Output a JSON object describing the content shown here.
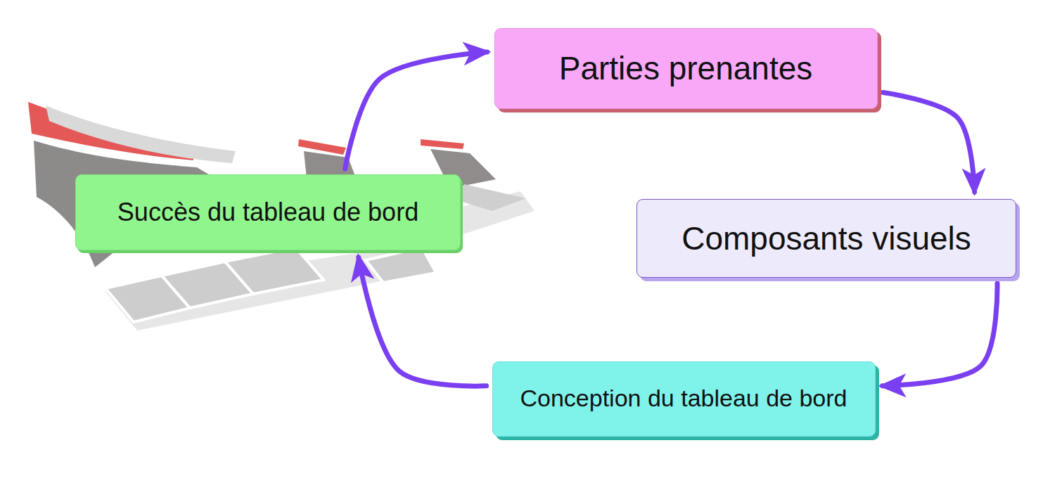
{
  "diagram": {
    "nodes": [
      {
        "text": [
          "Succès du tableau de bord"
        ]
      },
      {
        "text": [
          "Parties prenantes"
        ]
      },
      {
        "text": [
          "Composants visuels"
        ]
      },
      {
        "text": [
          "Conception du tableau de bord"
        ]
      }
    ],
    "edges": [
      {
        "from": 0,
        "to": 1,
        "arrow": "to"
      },
      {
        "from": 1,
        "to": 2,
        "arrow": "to"
      },
      {
        "from": 2,
        "to": 3,
        "arrow": "to"
      },
      {
        "from": 3,
        "to": 0,
        "arrow": "to"
      }
    ]
  }
}
